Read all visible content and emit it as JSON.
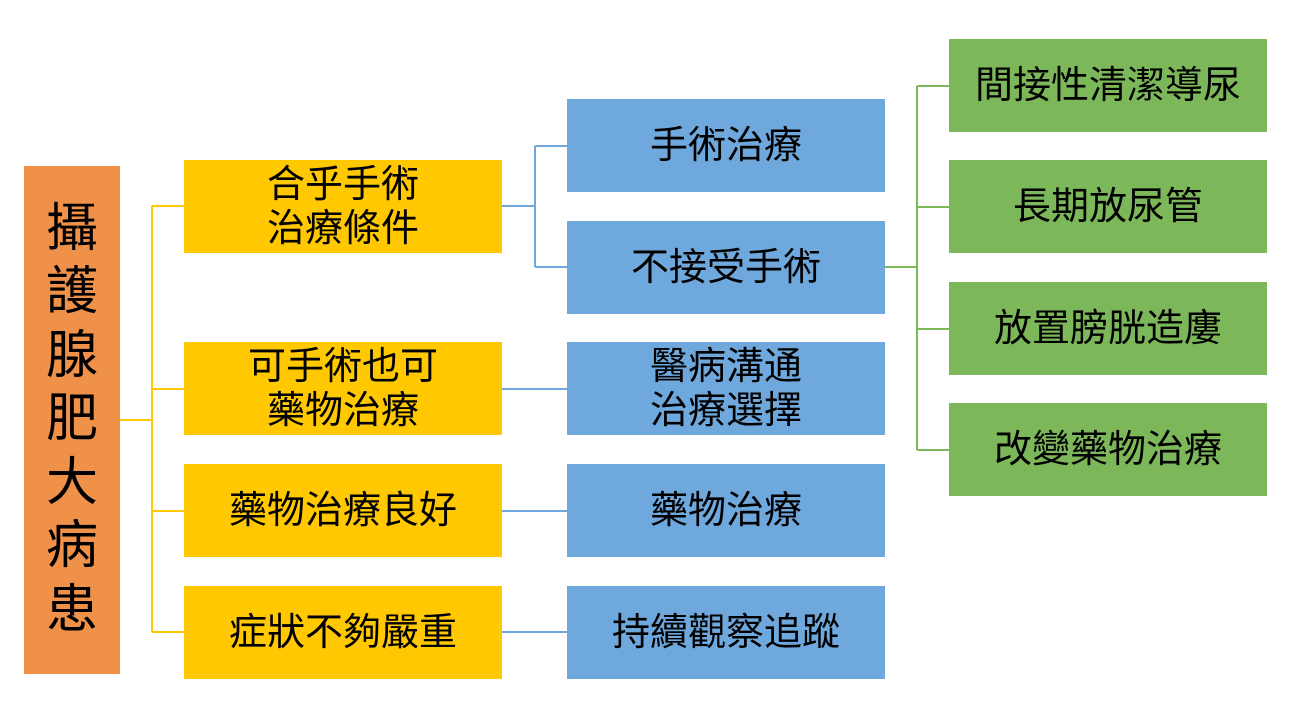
{
  "colors": {
    "root_fill": "#F0914A",
    "level1_fill": "#FFC800",
    "level2_fill": "#6FA8DC",
    "level3_fill": "#7CB85A",
    "level1_line": "#FFC800",
    "level2_line": "#6FA8DC",
    "level3_line": "#7CB85A"
  },
  "root": {
    "chars": [
      "攝",
      "護",
      "腺",
      "肥",
      "大",
      "病",
      "患"
    ]
  },
  "level1": [
    {
      "lines": [
        "合乎手術",
        "治療條件"
      ]
    },
    {
      "lines": [
        "可手術也可",
        "藥物治療"
      ]
    },
    {
      "lines": [
        "藥物治療良好"
      ]
    },
    {
      "lines": [
        "症狀不夠嚴重"
      ]
    }
  ],
  "level2": [
    {
      "lines": [
        "手術治療"
      ]
    },
    {
      "lines": [
        "不接受手術"
      ]
    },
    {
      "lines": [
        "醫病溝通",
        "治療選擇"
      ]
    },
    {
      "lines": [
        "藥物治療"
      ]
    },
    {
      "lines": [
        "持續觀察追蹤"
      ]
    }
  ],
  "level3": [
    {
      "label": "間接性清潔導尿"
    },
    {
      "label": "長期放尿管"
    },
    {
      "label": "放置膀胱造廔"
    },
    {
      "label": "改變藥物治療"
    }
  ]
}
